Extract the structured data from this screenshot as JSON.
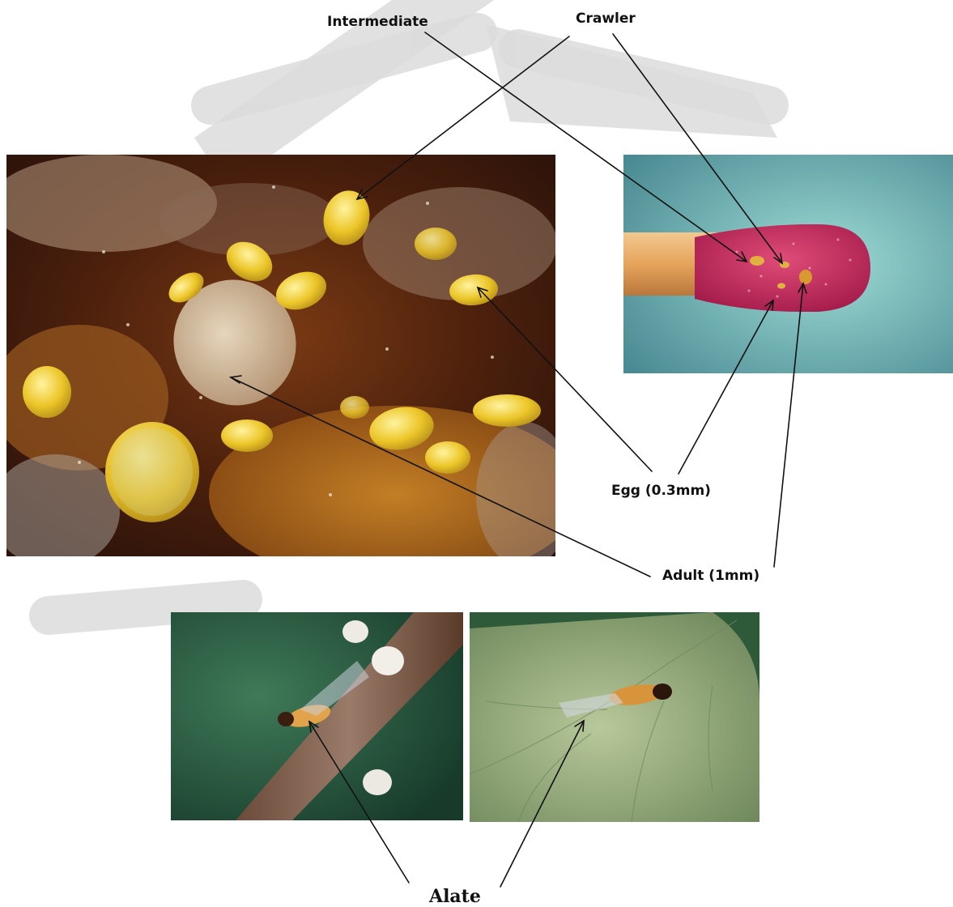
{
  "labels": {
    "intermediate": "Intermediate",
    "crawler": "Crawler",
    "egg": "Egg (0.3mm)",
    "adult": "Adult (1mm)",
    "alate": "Alate"
  },
  "watermark": {
    "text": "DRAFT",
    "color": "#d9d9d9"
  },
  "colors": {
    "arrow": "#111111",
    "insect_yellow": "#e8c020",
    "bark_brown": "#5a2a12",
    "match_head": "#c8285a",
    "match_stick": "#e6a45c",
    "match_background": "#7fc4c0",
    "leaf_green": "#9bb07a"
  }
}
